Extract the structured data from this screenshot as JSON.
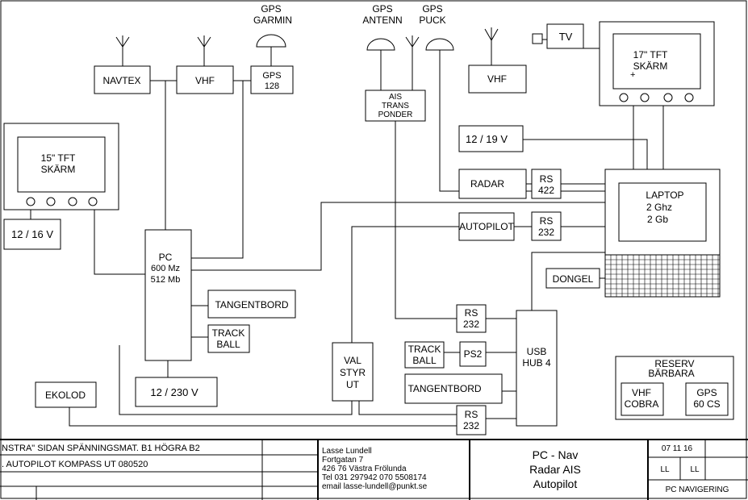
{
  "blocks": {
    "navtex": "NAVTEX",
    "vhf_top": "VHF",
    "gps_garmin_top": "GPS",
    "gps_garmin_bottom": "GARMIN",
    "gps128_top": "GPS",
    "gps128_bottom": "128",
    "gps_antenn_top": "GPS",
    "gps_antenn_bottom": "ANTENN",
    "gps_puck_top": "GPS",
    "gps_puck_bottom": "PUCK",
    "ais_1": "AIS",
    "ais_2": "TRANS",
    "ais_3": "PONDER",
    "vhf_right": "VHF",
    "tv": "TV",
    "screen17_top": "17\" TFT",
    "screen17_bottom": "SKÄRM",
    "screen15_top": "15\" TFT",
    "screen15_bottom": "SKÄRM",
    "psu_12_16": "12 / 16 V",
    "psu_12_19": "12 / 19 V",
    "psu_12_230": "12 / 230 V",
    "radar": "RADAR",
    "rs422_top": "RS",
    "rs422_bottom": "422",
    "laptop_1": "LAPTOP",
    "laptop_2": "2 Ghz",
    "laptop_3": "2 Gb",
    "autopilot": "AUTOPILOT",
    "rs232a_top": "RS",
    "rs232a_bottom": "232",
    "pc_1": "PC",
    "pc_2": "600 Mz",
    "pc_3": "512 Mb",
    "dongel": "DONGEL",
    "tangentbord_left": "TANGENTBORD",
    "trackball_left_top": "TRACK",
    "trackball_left_bottom": "BALL",
    "rs232b_top": "RS",
    "rs232b_bottom": "232",
    "usb_top": "USB",
    "usb_bottom": "HUB 4",
    "trackball_mid_top": "TRACK",
    "trackball_mid_bottom": "BALL",
    "ps2": "PS2",
    "valstyr_1": "VAL",
    "valstyr_2": "STYR",
    "valstyr_3": "UT",
    "tangentbord_mid": "TANGENTBORD",
    "ekolod": "EKOLOD",
    "rs232c_top": "RS",
    "rs232c_bottom": "232",
    "reserv_top": "RESERV",
    "reserv_bottom": "BÄRBARA",
    "vhf_cobra_top": "VHF",
    "vhf_cobra_bottom": "COBRA",
    "gps60_top": "GPS",
    "gps60_bottom": "60 CS"
  },
  "title_block": {
    "note_line1": "NSTRA\" SIDAN SPÄNNINGSMAT. B1    HÖGRA  B2",
    "note_line2": ". AUTOPILOT KOMPASS UT 080520",
    "author": "Lasse Lundell",
    "street": "Fortgatan 7",
    "city": "426 76 Västra Frölunda",
    "phone": "Tel 031 297942  070 5508174",
    "email": "email  lasse-lundell@punkt.se",
    "title_1": "PC - Nav",
    "title_2": "Radar AIS",
    "title_3": "Autopilot",
    "date": "07 11 16",
    "sign_1": "LL",
    "sign_2": "LL",
    "drawing_name": "PC NAVIGERING"
  }
}
